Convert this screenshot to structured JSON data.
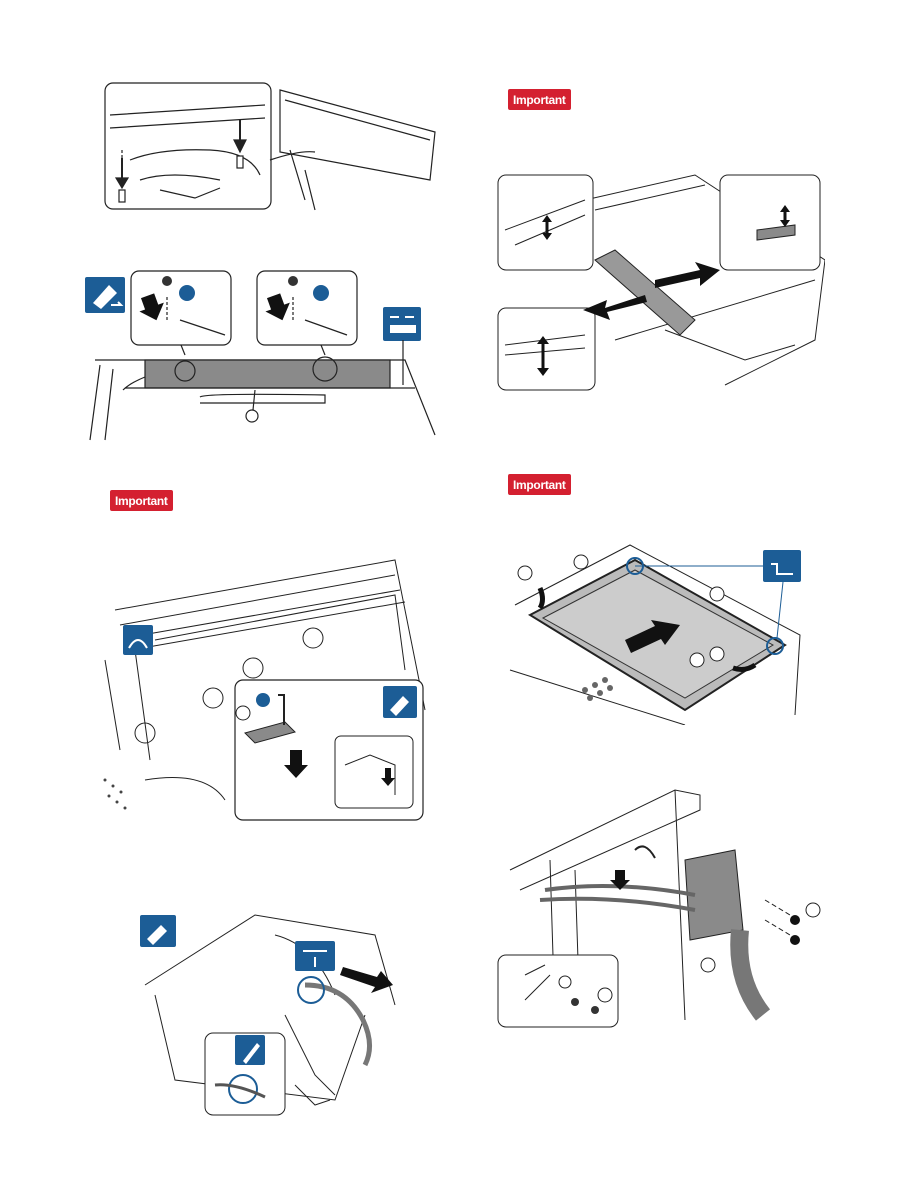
{
  "badges": {
    "important_1": "Important",
    "important_2": "Important",
    "important_3": "Important"
  },
  "colors": {
    "important_red": "#d42030",
    "icon_blue": "#1c5d96",
    "line": "#222222",
    "gray_fill": "#8a8a8a"
  },
  "icons": [
    "screw-tighten-icon",
    "wire-clamp-icon",
    "connector-icon",
    "pen-mark-icon",
    "attach-icon"
  ]
}
